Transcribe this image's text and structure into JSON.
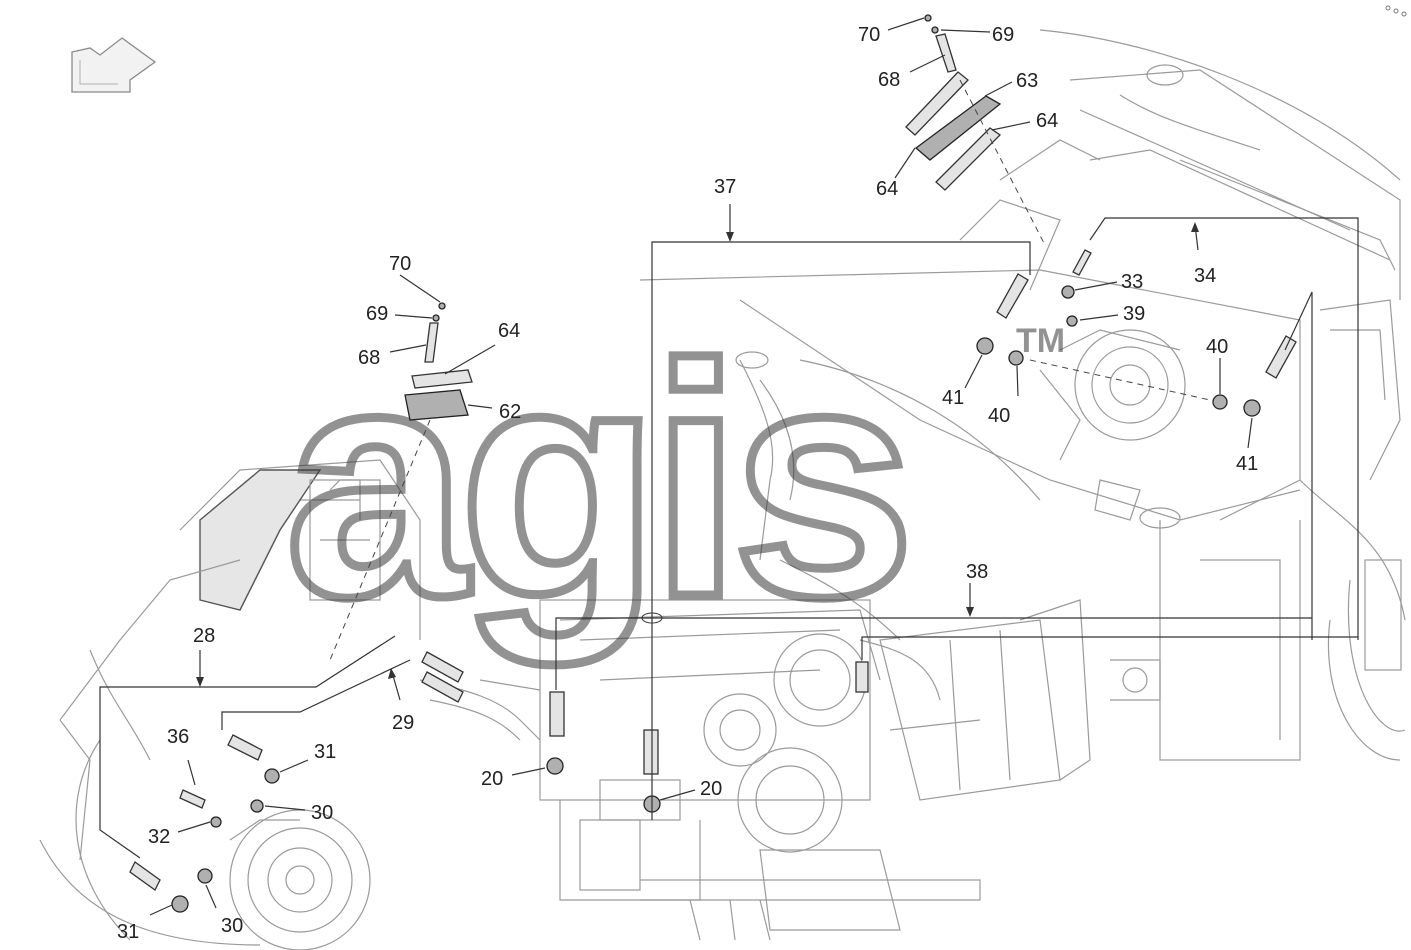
{
  "watermark": {
    "text": "agis",
    "trademark": "TM"
  },
  "callouts": {
    "c70a": "70",
    "c69a": "69",
    "c68a": "68",
    "c63": "63",
    "c64a": "64",
    "c64b": "64",
    "c37": "37",
    "c34": "34",
    "c33": "33",
    "c39": "39",
    "c40a": "40",
    "c40b": "40",
    "c41a": "41",
    "c41b": "41",
    "c70b": "70",
    "c69b": "69",
    "c68b": "68",
    "c64c": "64",
    "c62": "62",
    "c38": "38",
    "c28": "28",
    "c29": "29",
    "c36": "36",
    "c31a": "31",
    "c30a": "30",
    "c32": "32",
    "c30b": "30",
    "c31b": "31",
    "c20a": "20",
    "c20b": "20"
  },
  "icons": {
    "orientation_arrow": "direction-arrow-icon"
  }
}
